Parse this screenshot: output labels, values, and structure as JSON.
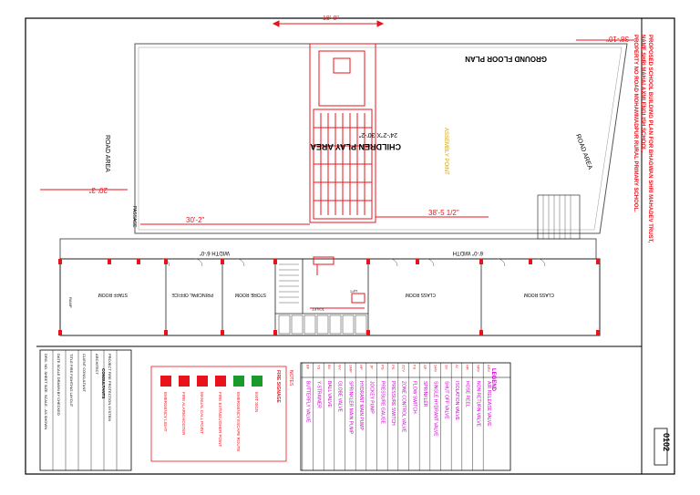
{
  "title_block": {
    "project_lines": [
      "PROPOSED SCHOOL BUILDING PLAN FOR BHAGWAN SHRI MAHADEV TRUST,",
      "NAME SHRI MAHALAXMI ENGLISH SCHOOL,",
      "PROPERTY NO ROAD MOHAMMADPUR RURAL PRIMARY SCHOOL."
    ],
    "drawing_number": "0102",
    "table_rows": [
      "DRG. NO.  SHEET SIZE.  SCALE - AS SHOWN",
      "DATE  SCALE  DRAWN BY  CHECKED",
      "TITLE  FIRE FIGHTING LAYOUT",
      "CLIENT  CONSULTANT",
      "ARCHITECT",
      "PROJECT  FIRE PROTECTION SYSTEM"
    ],
    "consultant_label": "CONSULTANTS"
  },
  "plan": {
    "floor_title": "GROUND FLOOR PLAN",
    "play_area": "CHILDREN PLAY AREA",
    "play_area_size": "24'-2\"X 30'-2\"",
    "assembly_point": "ASSEMBLY POINT",
    "road_left": "ROAD AREA",
    "road_right": "ROAD AREA",
    "passage": "PASSAGE",
    "corridor_top": "WIDTH 6'-0\"",
    "corridor_bottom": "6'-0\" WIDTH",
    "dims": {
      "top": "18'-0\"",
      "right": "38'-10\"",
      "left": "20'-3\"",
      "mid": "30'-2\"",
      "right_mid": "38'-5 1/2\""
    },
    "rooms": [
      "STAFF ROOM",
      "PRINCIPAL OFFICE",
      "STORE ROOM",
      "CLASS ROOM",
      "CLASS ROOM",
      "TOILET",
      "LIFT",
      "RAMP"
    ]
  },
  "legend": {
    "title": "LEGEND",
    "items": [
      {
        "symbol": "ARV",
        "label": "AIR RELEASE VALVE"
      },
      {
        "symbol": "NRV",
        "label": "NON RETURN VALVE"
      },
      {
        "symbol": "HR",
        "label": "HOSE REEL"
      },
      {
        "symbol": "IV",
        "label": "ISOLATION VALVE"
      },
      {
        "symbol": "SV",
        "label": "SHUT OFF VALVE"
      },
      {
        "symbol": "SHV",
        "label": "SINGLE HYDRANT VALVE"
      },
      {
        "symbol": "SP",
        "label": "SPRINKLER"
      },
      {
        "symbol": "FS",
        "label": "FLOW SWITCH"
      },
      {
        "symbol": "ZCV",
        "label": "ZONE CONTROL VALVE"
      },
      {
        "symbol": "PS",
        "label": "PRESSURE SWITCH"
      },
      {
        "symbol": "PG",
        "label": "PRESSURE GAUGE"
      },
      {
        "symbol": "JP",
        "label": "JOCKEY PUMP"
      },
      {
        "symbol": "HP",
        "label": "HYDRANT MAIN PUMP"
      },
      {
        "symbol": "SMP",
        "label": "SPRINKLER MAIN PUMP"
      },
      {
        "symbol": "GV",
        "label": "GLOBE VALVE"
      },
      {
        "symbol": "BV",
        "label": "BALL VALVE"
      },
      {
        "symbol": "YS",
        "label": "Y-STRAINER"
      },
      {
        "symbol": "BF",
        "label": "BUTTERFLY VALVE"
      }
    ]
  },
  "signage": {
    "title": "FIRE SIGNAGE",
    "items": [
      {
        "label": "EXIT SIGN"
      },
      {
        "label": "EMERGENCY ESCAPE ROUTE"
      },
      {
        "label": "FIRE EXTINGUISHER POINT"
      },
      {
        "label": "MANUAL CALL POINT"
      },
      {
        "label": "FIRE ALARM HOOTER"
      },
      {
        "label": "EMERGENCY LIGHT"
      }
    ],
    "notes": "NOTES",
    "red": "#e8141c",
    "green": "#1a9a2a",
    "magenta": "#d000d0"
  }
}
